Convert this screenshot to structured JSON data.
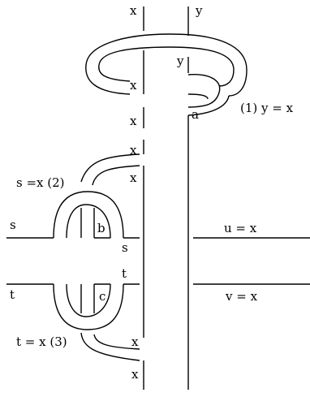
{
  "labels": {
    "x_top": "x",
    "y_top": "y",
    "y_loop": "y",
    "x_loop": "x",
    "a": "a",
    "x_mid1": "x",
    "x_mid2": "x",
    "relation_1": "(1) y = x",
    "x_mid3": "x",
    "relation_2": "s =x (2)",
    "s_left": "s",
    "b": "b",
    "s_inner": "s",
    "u_rel": "u = x",
    "t_left": "t",
    "t_inner": "t",
    "c": "c",
    "v_rel": "v = x",
    "relation_3": "t = x (3)",
    "x_low1": "x",
    "x_low2": "x"
  }
}
